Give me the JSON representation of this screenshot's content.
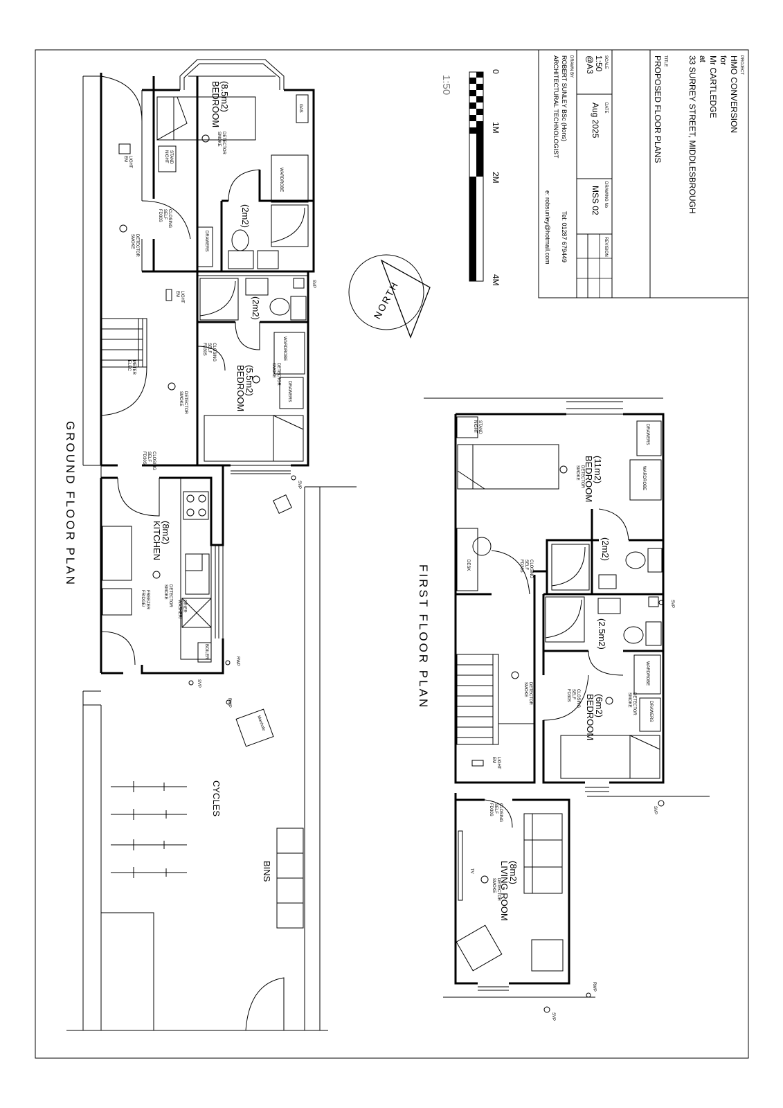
{
  "title_block": {
    "project_caption": "PROJECT",
    "project_line1": "HMO CONVERSION",
    "project_line2": "for",
    "project_line3": "Mr CARTLEDGE",
    "project_line4": "at",
    "project_line5": "33 SURREY STREET, MIDDLESBROUGH",
    "title_caption": "TITLE",
    "title": "PROPOSED FLOOR PLANS",
    "scale_caption": "SCALE",
    "scale_value": "1:50",
    "scale_paper": "@A3",
    "date_caption": "DATE",
    "date_value": "Aug 2025",
    "drawing_caption": "DRAWING No",
    "drawing_value": "MSS 02",
    "revision_caption": "REVISION",
    "drawn_caption": "DRAWN BY",
    "drawn_name": "ROBERT SUNLEY BSc (Hons)",
    "drawn_role": "ARCHITECTURAL TECHNOLOGIST",
    "tel": "Tel: 01287 679449",
    "email": "e: robsunley@hotmail.com"
  },
  "scale_bar": {
    "caption": "1:50",
    "ticks": [
      "0",
      "1M",
      "2M",
      "4M"
    ]
  },
  "north_label": "NORTH",
  "ground_floor": {
    "heading": "GROUND FLOOR PLAN",
    "bedroom1_name": "BEDROOM",
    "bedroom1_area": "(8.5m2)",
    "ensuite1_area": "(2m2)",
    "ensuite2_area": "(2m2)",
    "bedroom2_name": "BEDROOM",
    "bedroom2_area": "(5.5m2)",
    "kitchen_name": "KITCHEN",
    "kitchen_area": "(8m2)",
    "cycles": "CYCLES",
    "bins": "BINS"
  },
  "first_floor": {
    "heading": "FIRST FLOOR PLAN",
    "bedroom3_name": "BEDROOM",
    "bedroom3_area": "(11m2)",
    "ensuite3_area": "(2m2)",
    "ensuite4_area": "(2.5m2)",
    "bedroom4_name": "BEDROOM",
    "bedroom4_area": "(6m2)",
    "living_name": "LIVING ROOM",
    "living_area": "(8m2)"
  },
  "tags": {
    "gas": "GAS",
    "smoke_1": "SMOKE",
    "smoke_2": "DETECTOR",
    "night_1": "NIGHT",
    "night_2": "STAND",
    "wardrobe": "WARDROBE",
    "drawers": "DRAWERS",
    "em_1": "EM",
    "em_2": "LIGHT",
    "fd_1": "FD30S",
    "fd_2": "SELF",
    "fd_3": "CLOSING",
    "elec_1": "ELEC",
    "elec_2": "METER",
    "svp": "SVP",
    "rwp": "RWP",
    "fridge_1": "FRIDGE/",
    "fridge_2": "FREEZER",
    "washer_1": "WASHER/",
    "washer_2": "DRIER",
    "boiler": "BOILER",
    "manhole": "Manhole",
    "desk": "DESK",
    "tv": "TV"
  }
}
